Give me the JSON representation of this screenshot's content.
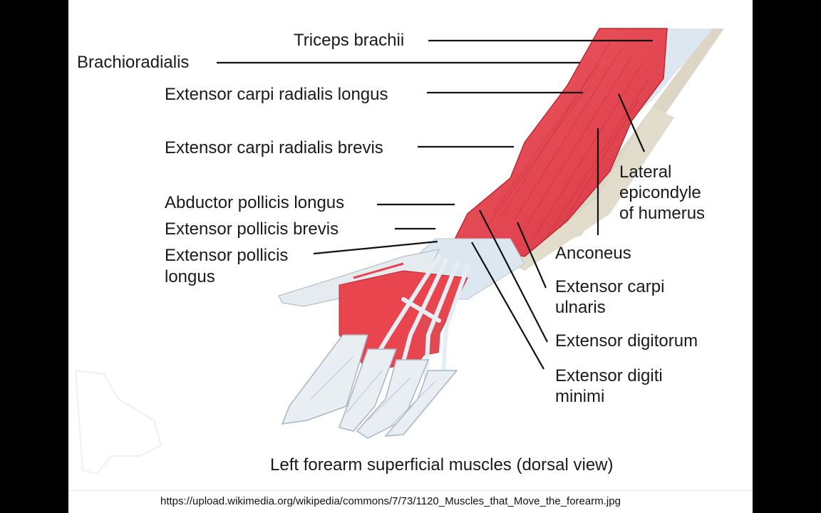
{
  "labels": {
    "triceps": "Triceps brachii",
    "brachioradialis": "Brachioradialis",
    "ecrl": "Extensor carpi radialis longus",
    "ecrb": "Extensor carpi radialis brevis",
    "apl": "Abductor pollicis longus",
    "epb": "Extensor pollicis brevis",
    "epl_1": "Extensor pollicis",
    "epl_2": "longus",
    "lat_epi_1": "Lateral",
    "lat_epi_2": "epicondyle",
    "lat_epi_3": "of humerus",
    "anconeus": "Anconeus",
    "ecu_1": "Extensor carpi",
    "ecu_2": "ulnaris",
    "ed": "Extensor digitorum",
    "edm_1": "Extensor digiti",
    "edm_2": "minimi"
  },
  "caption": "Left forearm superficial muscles (dorsal view)",
  "source_url": "https://upload.wikimedia.org/wikipedia/commons/7/73/1120_Muscles_that_Move_the_forearm.jpg",
  "colors": {
    "muscle": "#e8454f",
    "muscle_dark": "#c92d38",
    "tendon": "#dce6ef",
    "bone": "#ddd6c6",
    "leader": "#111111"
  }
}
